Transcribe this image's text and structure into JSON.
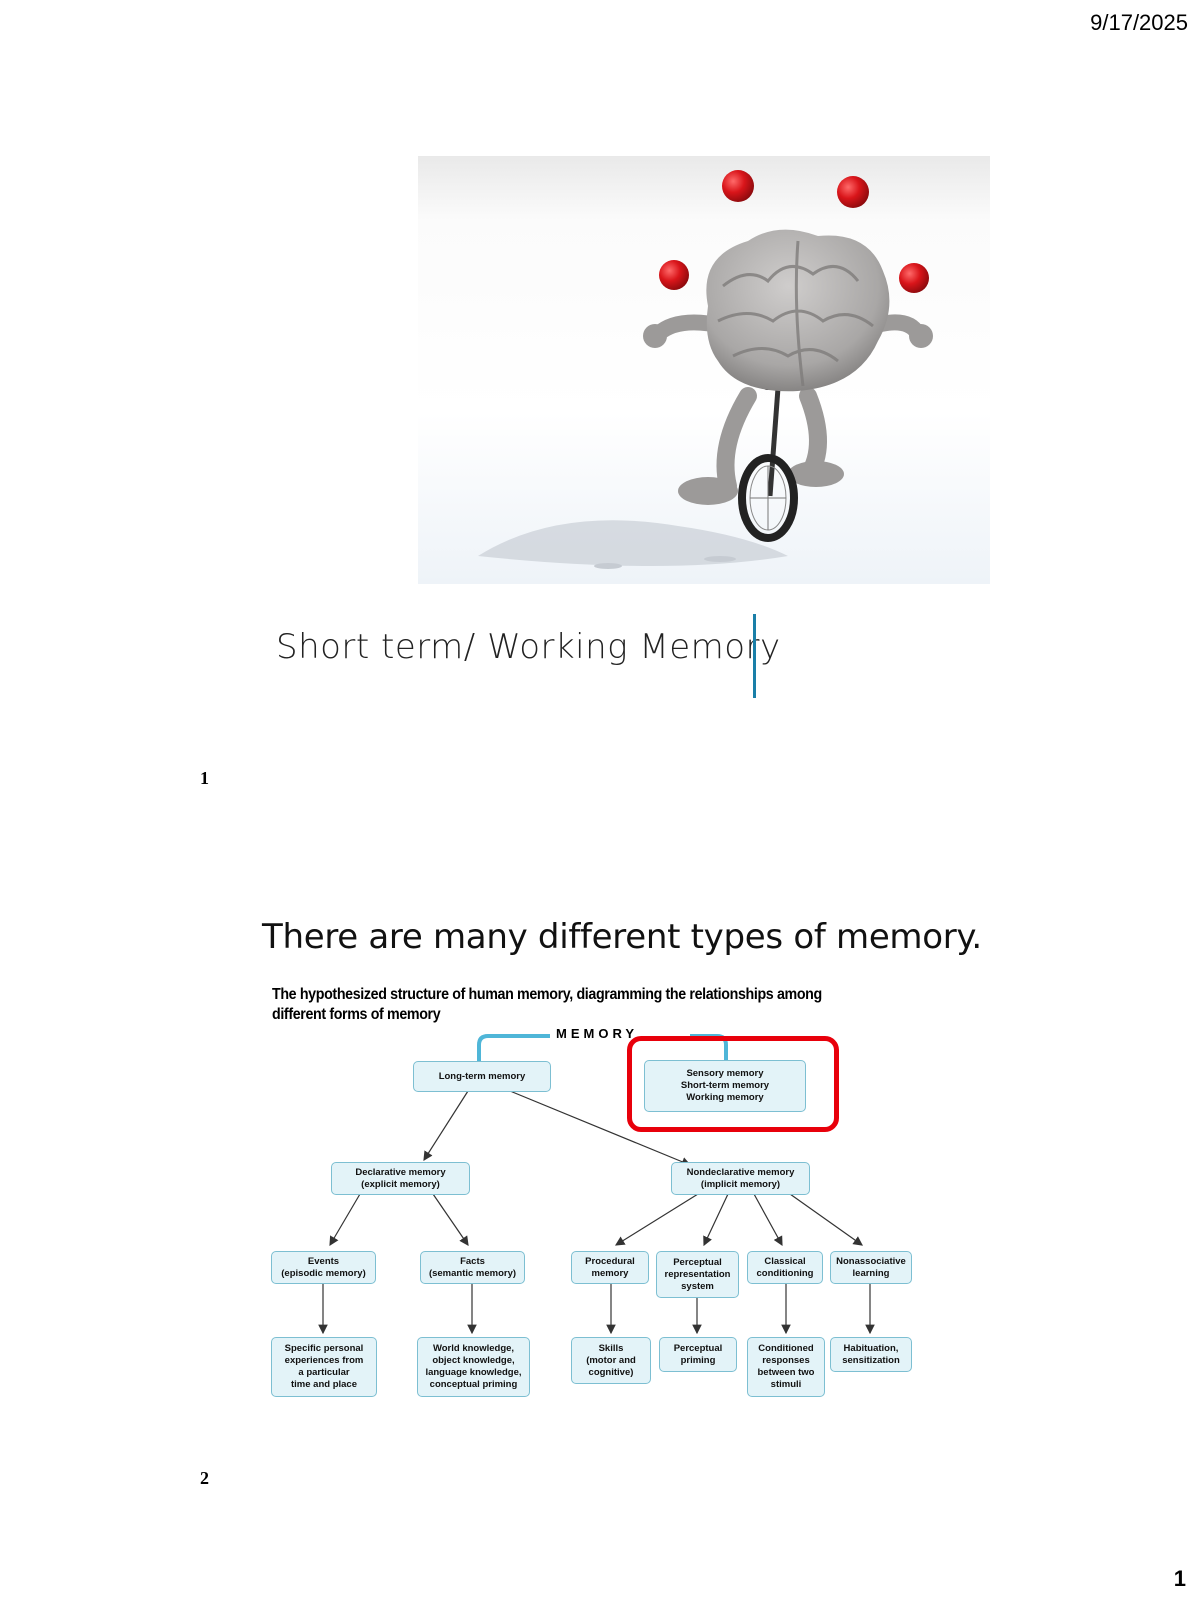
{
  "header": {
    "date": "9/17/2025"
  },
  "footer": {
    "page_number": "1"
  },
  "slide1": {
    "title": "Short term/ Working Memory",
    "number": "1",
    "image": {
      "subject": "cartoon brain juggling red balls while riding a unicycle",
      "ball_color": "#d9151a",
      "brain_color": "#a9a7a6"
    }
  },
  "slide2": {
    "title": "There are many different types of memory.",
    "number": "2",
    "diagram": {
      "caption": "The hypothesized structure of human memory, diagramming the relationships among different forms of memory",
      "root": "MEMORY",
      "nodes": {
        "long_term": "Long-term memory",
        "short_term": "Sensory memory\nShort-term memory\nWorking memory",
        "declarative": "Declarative memory\n(explicit memory)",
        "nondeclarative": "Nondeclarative memory\n(implicit memory)",
        "events": "Events\n(episodic memory)",
        "facts": "Facts\n(semantic memory)",
        "procedural": "Procedural\nmemory",
        "perceptual_rep": "Perceptual\nrepresentation\nsystem",
        "classical": "Classical\nconditioning",
        "nonassociative": "Nonassociative\nlearning",
        "specific": "Specific personal\nexperiences from\na particular\ntime and place",
        "world": "World knowledge,\nobject knowledge,\nlanguage knowledge,\nconceptual priming",
        "skills": "Skills\n(motor and\ncognitive)",
        "priming": "Perceptual\npriming",
        "conditioned": "Conditioned\nresponses\nbetween two\nstimuli",
        "habituation": "Habituation,\nsensitization"
      },
      "highlight_color": "#e8000b",
      "node_fill": "#e3f3f8",
      "node_border": "#7dbfd2",
      "bracket_color": "#4fb6d8"
    }
  }
}
